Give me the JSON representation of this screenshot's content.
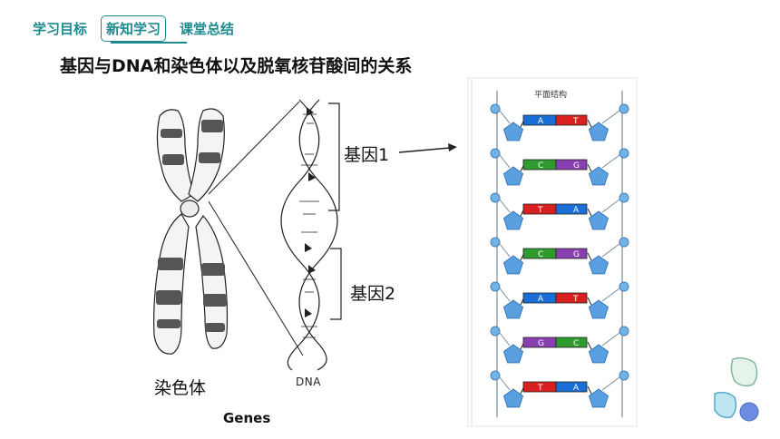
{
  "nav": {
    "tabs": [
      {
        "label": "学习目标",
        "active": false
      },
      {
        "label": "新知学习",
        "active": true
      },
      {
        "label": "课堂总结",
        "active": false
      }
    ]
  },
  "title": "基因与DNA和染色体以及脱氧核苷酸间的关系",
  "chromosome_label": "染色体",
  "dna_label": "DNA",
  "genes_label": "Genes",
  "gene1_label": "基因1",
  "gene2_label": "基因2",
  "panel": {
    "title": "平面结构",
    "pairs": [
      {
        "left": "A",
        "right": "T",
        "left_color": "#1a6fd6",
        "right_color": "#d92020"
      },
      {
        "left": "C",
        "right": "G",
        "left_color": "#2e9b2e",
        "right_color": "#8a3fb0"
      },
      {
        "left": "T",
        "right": "A",
        "left_color": "#d92020",
        "right_color": "#1a6fd6"
      },
      {
        "left": "C",
        "right": "G",
        "left_color": "#2e9b2e",
        "right_color": "#8a3fb0"
      },
      {
        "left": "A",
        "right": "T",
        "left_color": "#1a6fd6",
        "right_color": "#d92020"
      },
      {
        "left": "G",
        "right": "C",
        "left_color": "#8a3fb0",
        "right_color": "#2e9b2e"
      },
      {
        "left": "T",
        "right": "A",
        "left_color": "#d92020",
        "right_color": "#1a6fd6"
      }
    ]
  },
  "colors": {
    "accent": "#1e8a8f",
    "sugar": "#5aa0e0",
    "phosphate": "#6fb3e8"
  }
}
